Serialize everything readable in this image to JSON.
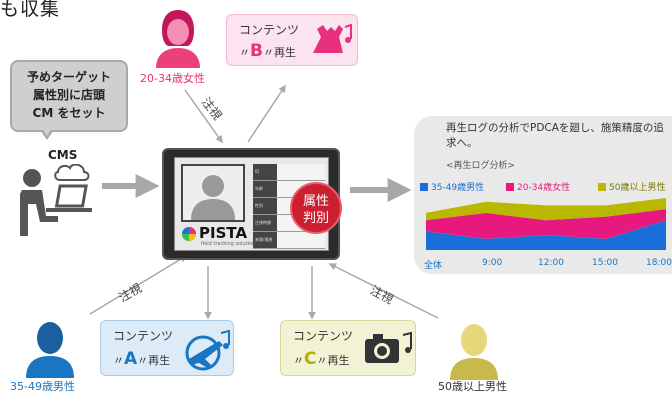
{
  "header": {
    "title_fragment": "も収集"
  },
  "callout": {
    "line1": "予めターゲット",
    "line2": "属性別に店頭",
    "line3": "CM をセット"
  },
  "cms": {
    "label": "CMS"
  },
  "personas": [
    {
      "label": "20-34歳女性",
      "color": "#e8317e"
    },
    {
      "label": "35-49歳男性",
      "color": "#1a76c2"
    },
    {
      "label": "50歳以上男性",
      "color": "#333333"
    }
  ],
  "gaze_labels": [
    "注視",
    "注視",
    "注視"
  ],
  "contents": [
    {
      "title": "コンテンツ",
      "prefix": "〃",
      "letter": "B",
      "suffix": "〃再生",
      "bg": "#fbe3ef",
      "border": "#f3b8d3",
      "accent": "#e8317e",
      "icon": "dress-icon"
    },
    {
      "title": "コンテンツ",
      "prefix": "〃",
      "letter": "A",
      "suffix": "〃再生",
      "bg": "#dcebf7",
      "border": "#a9cbe8",
      "accent": "#1a76c2",
      "icon": "airplane-icon"
    },
    {
      "title": "コンテンツ",
      "prefix": "〃",
      "letter": "C",
      "suffix": "〃再生",
      "bg": "#f2f2d4",
      "border": "#d6d69a",
      "accent": "#b5b000",
      "icon": "camera-icon"
    }
  ],
  "tablet": {
    "logo": "PISTA",
    "logo_sub": "field tracking solution",
    "grid_labels": [
      "ID",
      "年齢",
      "性別",
      "注視時間",
      "来客/通過"
    ],
    "badge_line1": "属性",
    "badge_line2": "判別"
  },
  "analysis": {
    "title": "再生ログの分析でPDCAを廻し、施策精度の追求へ。",
    "subtitle": "<再生ログ分析>"
  },
  "chart_data": {
    "type": "area",
    "title": "",
    "x": [
      "全体",
      "9:00",
      "12:00",
      "15:00",
      "18:00"
    ],
    "series": [
      {
        "name": "35-49歳男性",
        "color": "#1a6ed8",
        "values": [
          5,
          3,
          4,
          3,
          8
        ]
      },
      {
        "name": "20-34歳女性",
        "color": "#e8197e",
        "values": [
          3,
          7,
          4,
          6,
          3
        ]
      },
      {
        "name": "50歳以上男性",
        "color": "#b8b800",
        "values": [
          2,
          3,
          4,
          3,
          3
        ]
      }
    ],
    "stacked": true,
    "ylim": [
      0,
      14
    ],
    "grid": false,
    "legend": "top"
  },
  "colors": {
    "arrow": "#a8a8a8",
    "cms_figure": "#555555"
  }
}
